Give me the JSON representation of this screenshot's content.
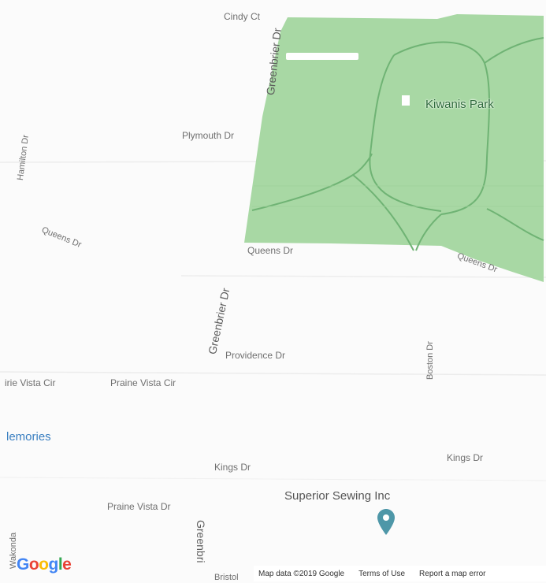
{
  "map": {
    "park": {
      "name": "Kiwanis Park",
      "fill": "#a8d8a4",
      "path_color": "#6fb374"
    },
    "streets": {
      "cindy_ct": "Cindy Ct",
      "greenbrier_dr_top": "Greenbrier Dr",
      "hamilton_dr": "Hamilton Dr",
      "plymouth_dr": "Plymouth Dr",
      "queens_dr_left": "Queens Dr",
      "queens_dr_mid": "Queens Dr",
      "queens_dr_right": "Queens Dr",
      "greenbrier_dr_mid": "Greenbrier Dr",
      "providence_dr": "Providence Dr",
      "boston_dr": "Boston Dr",
      "prairie_vista_cir_left": "irie Vista Cir",
      "prairie_vista_cir": "Praine Vista Cir",
      "kings_dr_left": "Kings Dr",
      "kings_dr_right": "Kings Dr",
      "prairie_vista_dr": "Praine Vista Dr",
      "wakonda": "Wakonda",
      "greenbrier_bottom": "Greenbri",
      "bristol": "Bristol"
    },
    "pois": {
      "memories": "lemories",
      "superior_sewing": "Superior Sewing Inc",
      "pin_color": "#4e97a8",
      "memories_color": "#3a7fc1"
    }
  },
  "logo": {
    "letters": [
      "G",
      "o",
      "o",
      "g",
      "l",
      "e"
    ],
    "colors": [
      "#4285f4",
      "#ea4335",
      "#fbbc05",
      "#4285f4",
      "#34a853",
      "#ea4335"
    ]
  },
  "footer": {
    "map_data": "Map data ©2019 Google",
    "terms": "Terms of Use",
    "report": "Report a map error"
  }
}
